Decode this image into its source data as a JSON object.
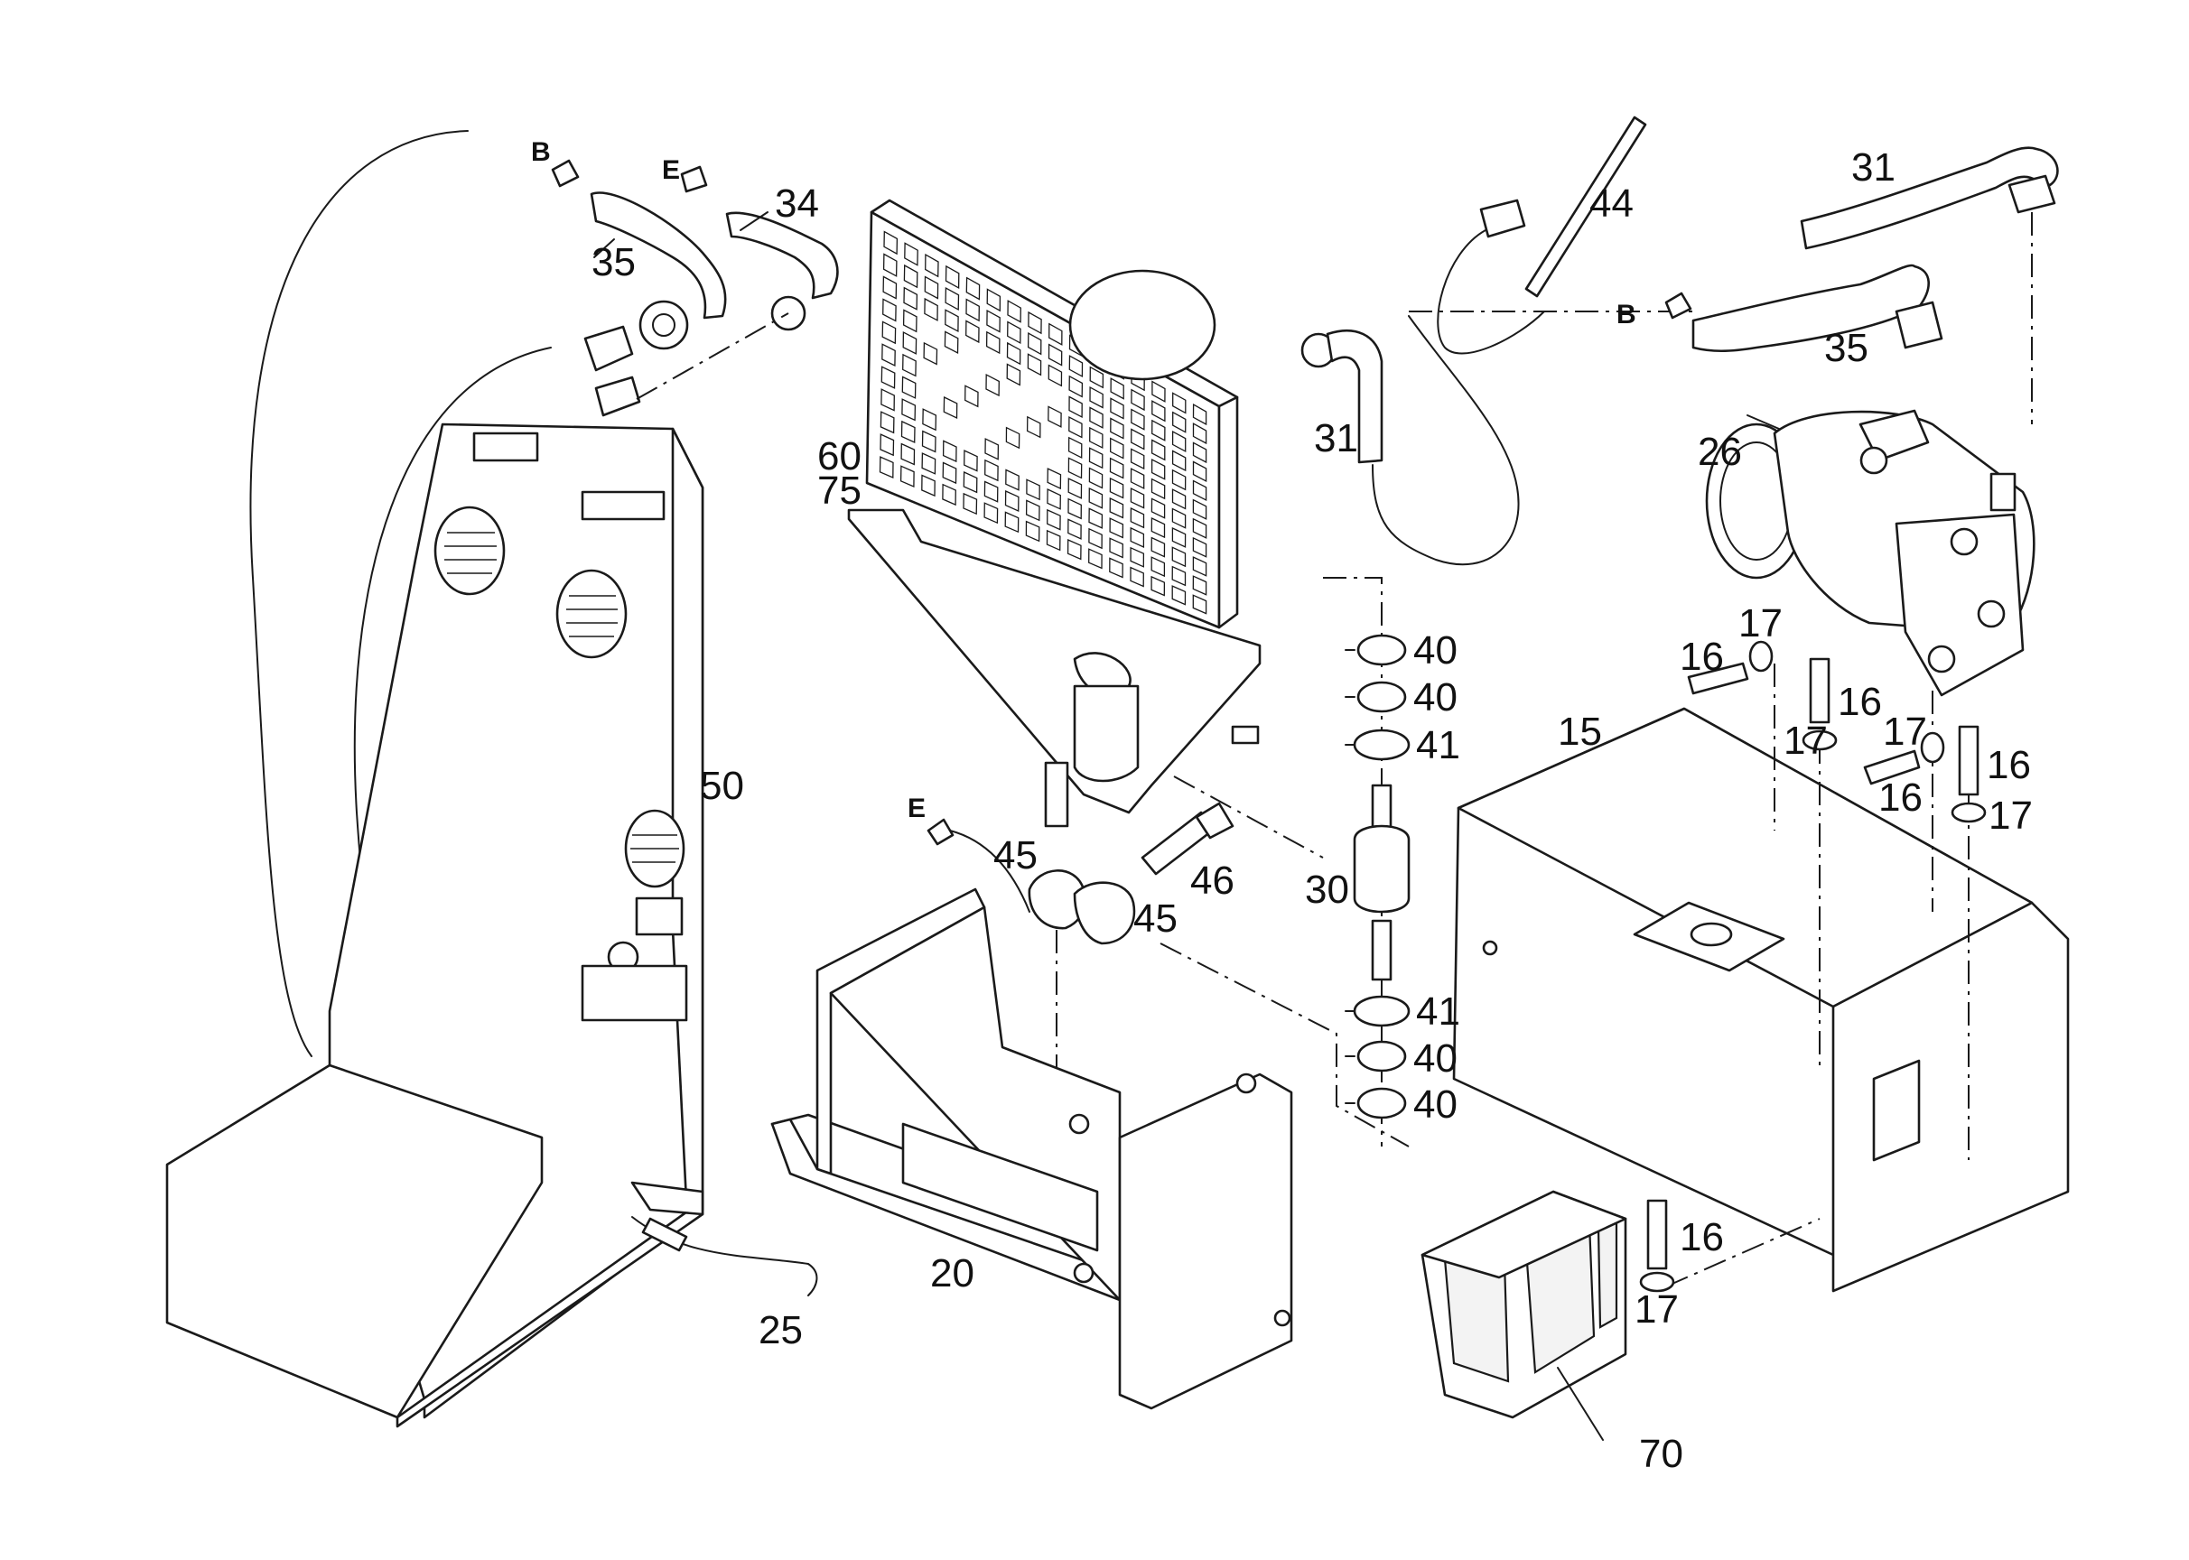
{
  "diagram": {
    "callouts": [
      {
        "id": "35-top",
        "text": "35"
      },
      {
        "id": "34",
        "text": "34"
      },
      {
        "id": "b-top",
        "text": "B"
      },
      {
        "id": "e-top",
        "text": "E"
      },
      {
        "id": "60",
        "text": "60"
      },
      {
        "id": "75",
        "text": "75"
      },
      {
        "id": "31-mid",
        "text": "31"
      },
      {
        "id": "44",
        "text": "44"
      },
      {
        "id": "31-top",
        "text": "31"
      },
      {
        "id": "b-right",
        "text": "B"
      },
      {
        "id": "35-right",
        "text": "35"
      },
      {
        "id": "26",
        "text": "26"
      },
      {
        "id": "40-a",
        "text": "40"
      },
      {
        "id": "40-b",
        "text": "40"
      },
      {
        "id": "41-a",
        "text": "41"
      },
      {
        "id": "30",
        "text": "30"
      },
      {
        "id": "41-b",
        "text": "41"
      },
      {
        "id": "40-c",
        "text": "40"
      },
      {
        "id": "40-d",
        "text": "40"
      },
      {
        "id": "50",
        "text": "50"
      },
      {
        "id": "e-mid",
        "text": "E"
      },
      {
        "id": "45-a",
        "text": "45"
      },
      {
        "id": "45-b",
        "text": "45"
      },
      {
        "id": "46",
        "text": "46"
      },
      {
        "id": "20",
        "text": "20"
      },
      {
        "id": "25",
        "text": "25"
      },
      {
        "id": "16-a",
        "text": "16"
      },
      {
        "id": "17-a",
        "text": "17"
      },
      {
        "id": "16-b",
        "text": "16"
      },
      {
        "id": "15",
        "text": "15"
      },
      {
        "id": "17-b",
        "text": "17"
      },
      {
        "id": "17-c",
        "text": "17"
      },
      {
        "id": "16-c",
        "text": "16"
      },
      {
        "id": "16-d",
        "text": "16"
      },
      {
        "id": "17-d",
        "text": "17"
      },
      {
        "id": "16-e",
        "text": "16"
      },
      {
        "id": "17-e",
        "text": "17"
      },
      {
        "id": "70",
        "text": "70"
      }
    ]
  }
}
